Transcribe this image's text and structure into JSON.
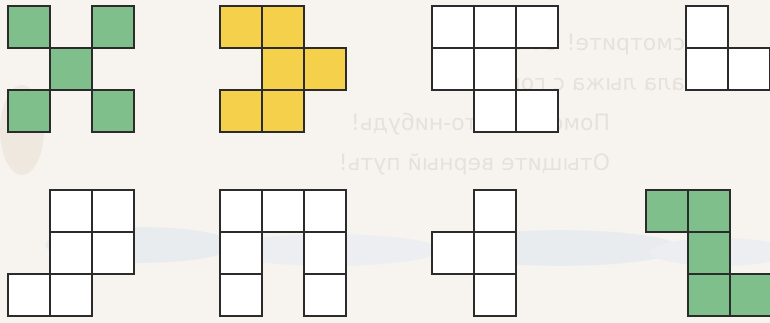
{
  "colors": {
    "background": "#f7f4f0",
    "green": "#7fbf8c",
    "yellow": "#f5d04a",
    "white": "#ffffff",
    "outline": "#2b2b2b",
    "faint_text": "#e6e1dc",
    "clouds": "#e3e6ea"
  },
  "figures": [
    {
      "name": "x-shape",
      "fill": "green",
      "cells": [
        [
          0,
          0
        ],
        [
          2,
          0
        ],
        [
          1,
          1
        ],
        [
          0,
          2
        ],
        [
          2,
          2
        ]
      ]
    },
    {
      "name": "t-shape",
      "fill": "yellow",
      "cells": [
        [
          0,
          0
        ],
        [
          1,
          0
        ],
        [
          1,
          1
        ],
        [
          2,
          1
        ],
        [
          0,
          2
        ],
        [
          1,
          2
        ]
      ]
    },
    {
      "name": "s-shape",
      "fill": "white",
      "cells": [
        [
          0,
          0
        ],
        [
          1,
          0
        ],
        [
          2,
          0
        ],
        [
          0,
          1
        ],
        [
          1,
          1
        ],
        [
          1,
          2
        ],
        [
          2,
          2
        ]
      ]
    },
    {
      "name": "corner-shape",
      "fill": "white",
      "cells": [
        [
          0,
          0
        ],
        [
          0,
          1
        ],
        [
          1,
          1
        ]
      ]
    },
    {
      "name": "step-shape",
      "fill": "white",
      "cells": [
        [
          1,
          0
        ],
        [
          2,
          0
        ],
        [
          1,
          1
        ],
        [
          2,
          1
        ],
        [
          0,
          2
        ],
        [
          1,
          2
        ]
      ]
    },
    {
      "name": "arch-shape",
      "fill": "white",
      "cells": [
        [
          0,
          0
        ],
        [
          1,
          0
        ],
        [
          2,
          0
        ],
        [
          0,
          1
        ],
        [
          2,
          1
        ],
        [
          0,
          2
        ],
        [
          2,
          2
        ]
      ]
    },
    {
      "name": "bar-shape",
      "fill": "white",
      "cells": [
        [
          1,
          0
        ],
        [
          0,
          1
        ],
        [
          1,
          1
        ],
        [
          1,
          2
        ]
      ]
    },
    {
      "name": "l-shape",
      "fill": "green",
      "cells": [
        [
          0,
          0
        ],
        [
          1,
          0
        ],
        [
          1,
          1
        ],
        [
          1,
          2
        ],
        [
          2,
          2
        ]
      ]
    }
  ],
  "background_text": [
    "Посмотрите! От Егорки",
    "Убежала лыжа с горки!",
    "Помогите кто-нибудь!",
    "Отыщите верный путь!"
  ]
}
